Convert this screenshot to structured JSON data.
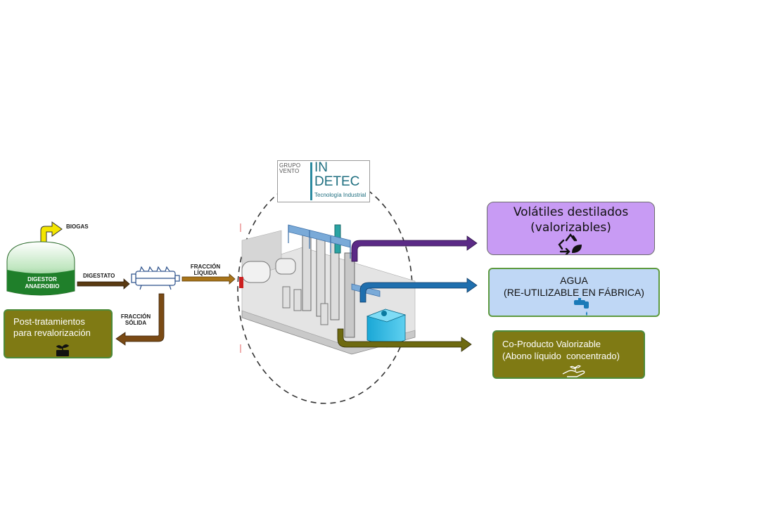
{
  "labels": {
    "biogas": "BIOGAS",
    "digestor": "DIGESTOR ANAEROBIO",
    "digestato": "DIGESTATO",
    "fraccion_liquida": "FRACCIÓN LÍQUIDA",
    "fraccion_solida": "FRACCIÓN SÓLIDA"
  },
  "logo": {
    "grupo": "GRUPO",
    "vento": "VENTO",
    "in": "IN",
    "detec": "DETEC",
    "tecnologia": "Tecnología Industrial"
  },
  "outputs": {
    "post": {
      "line1": "Post-tratamientos",
      "line2": "para revalorización"
    },
    "volatiles": {
      "line1": "Volátiles destilados",
      "line2": "(valorizables)"
    },
    "agua": {
      "line1": "AGUA",
      "line2": "(RE-UTILIZABLE EN FÁBRICA)"
    },
    "coproducto": {
      "line1": "Co-Producto Valorizable",
      "line2": "(Abono líquido  concentrado)"
    }
  },
  "colors": {
    "arrow_brown": "#5a3a12",
    "arrow_ochre": "#a8741a",
    "arrow_purple": "#5b2a86",
    "arrow_blue": "#1f6fae",
    "arrow_olive": "#6e6a10",
    "arrow_yellow": "#f3e500",
    "digester_green": "#2f8f3a"
  },
  "icons": {
    "volatiles": "recycle-leaf-icon",
    "agua": "water-tap-icon",
    "coproducto": "hand-plant-icon",
    "post": "plant-pot-icon"
  }
}
